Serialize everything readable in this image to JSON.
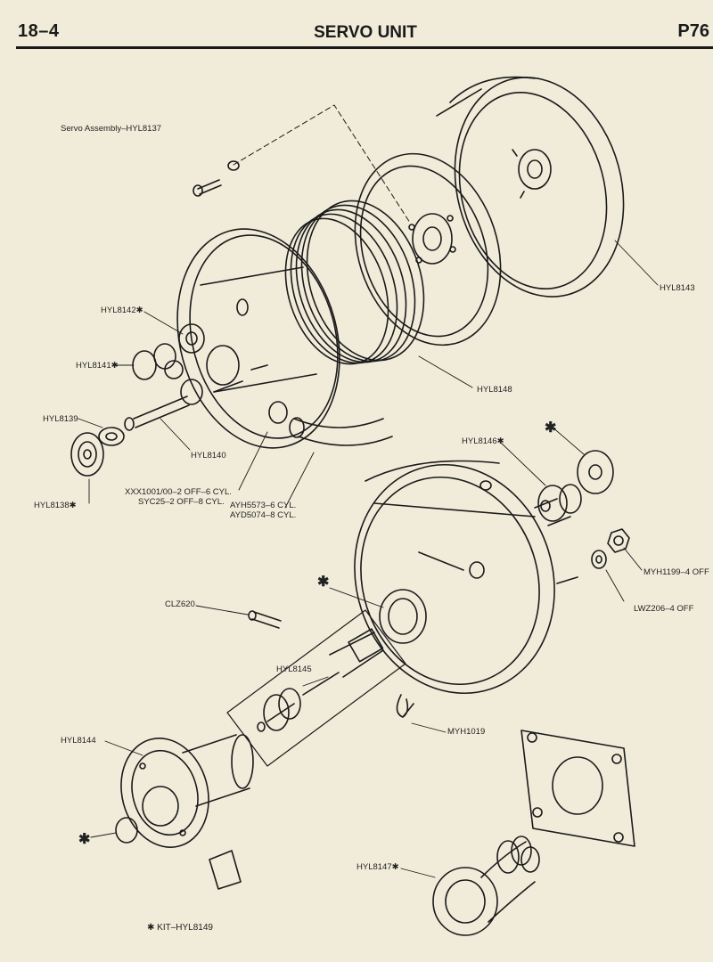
{
  "header": {
    "section": "18–4",
    "title": "SERVO UNIT",
    "page": "P76"
  },
  "labels": {
    "servo_assembly": "Servo Assembly–HYL8137",
    "hyl8143": "HYL8143",
    "hyl8142": "HYL8142✱",
    "hyl8141": "HYL8141✱",
    "hyl8148": "HYL8148",
    "hyl8139": "HYL8139",
    "hyl8140": "HYL8140",
    "hyl8138": "HYL8138✱",
    "hyl8146": "HYL8146✱",
    "xxx_line1": "XXX1001/00–2 OFF–6 CYL.",
    "xxx_line2": "SYC25–2 OFF–8 CYL.",
    "ayh_line1": "AYH5573–6 CYL.",
    "ayh_line2": "AYD5074–8 CYL.",
    "myh1199": "MYH1199–4 OFF",
    "lwz206": "LWZ206–4 OFF",
    "clz620": "CLZ620",
    "hyl8145": "HYL8145",
    "myh1019": "MYH1019",
    "hyl8144": "HYL8144",
    "hyl8147": "HYL8147✱",
    "kit": "✱ KIT–HYL8149"
  },
  "stars": {
    "washer": "✱",
    "seal": "✱",
    "piston": "✱"
  },
  "colors": {
    "paper": "#f1ecda",
    "ink": "#1a1a1a"
  }
}
